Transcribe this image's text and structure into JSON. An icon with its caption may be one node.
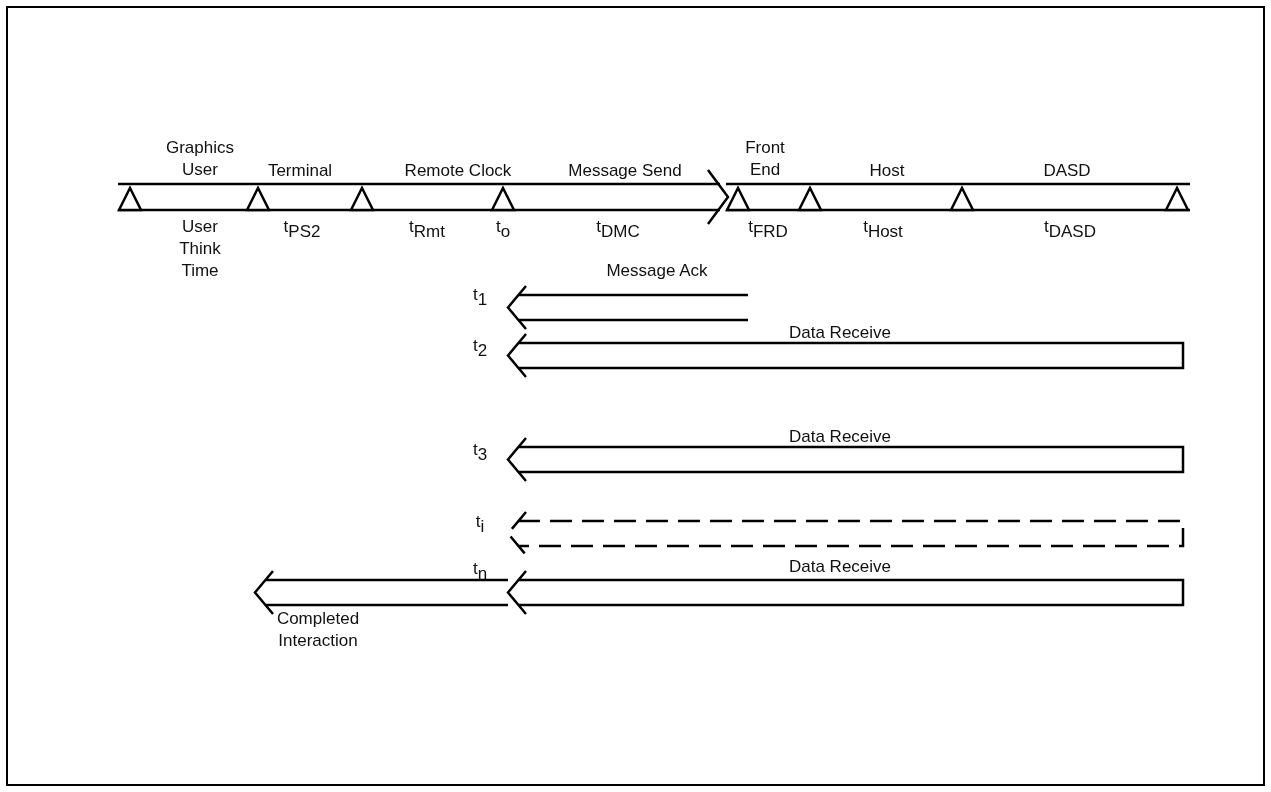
{
  "diagram": {
    "labels": [
      "Graphics User",
      "Terminal",
      "Remote Clock",
      "Message Send",
      "Front End",
      "Host",
      "DASD",
      "User Think Time",
      "t$_{PS2}$",
      "t$_{Rmt}$",
      "t$_{o}$",
      "t$_{DMC}$",
      "t$_{FRD}$",
      "t$_{Host}$",
      "t$_{DASD}$",
      "Message Ack",
      "t$_{1}$",
      "Data Receive",
      "t$_{2}$",
      "Data Receive",
      "t$_{3}$",
      "t$_{i}$",
      "t$_{n}$",
      "Data Receive",
      "Completed Interaction"
    ]
  }
}
